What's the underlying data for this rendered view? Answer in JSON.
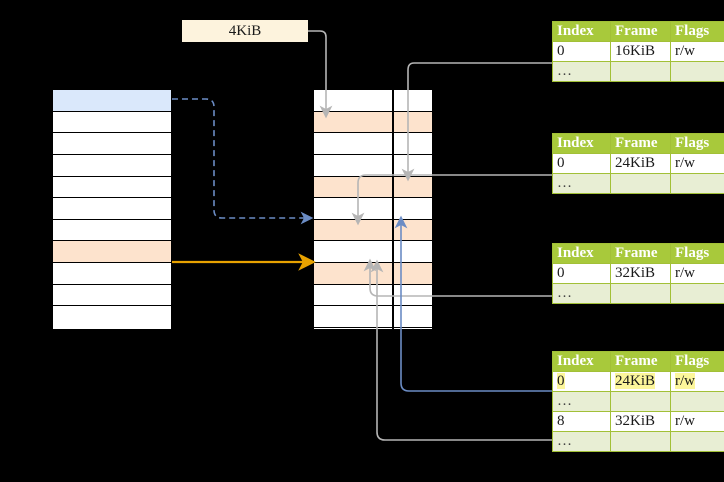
{
  "diagram": {
    "title_label": "4KiB",
    "background": "#000000",
    "accent_green": "#a8c93b",
    "accent_green_light": "#e8eed4",
    "highlight_yellow": "#fcf69b",
    "peach": "#fde3cd",
    "blue": "#dae8fb",
    "orange_arrow": "#e8a200",
    "blue_arrow": "#6b8cc4",
    "gray_arrow": "#b5b5b5"
  },
  "left_column": {
    "name": "virtual-address-space",
    "row_count": 11,
    "rows": [
      {
        "index": 0,
        "fill": "blue",
        "label": ""
      },
      {
        "index": 1,
        "fill": "white",
        "label": ""
      },
      {
        "index": 2,
        "fill": "white",
        "label": ""
      },
      {
        "index": 3,
        "fill": "white",
        "label": ""
      },
      {
        "index": 4,
        "fill": "white",
        "label": ""
      },
      {
        "index": 5,
        "fill": "white",
        "label": ""
      },
      {
        "index": 6,
        "fill": "white",
        "label": ""
      },
      {
        "index": 7,
        "fill": "peach",
        "label": ""
      },
      {
        "index": 8,
        "fill": "white",
        "label": ""
      },
      {
        "index": 9,
        "fill": "white",
        "label": ""
      },
      {
        "index": 10,
        "fill": "white",
        "label": ""
      }
    ]
  },
  "middle_column": {
    "name": "physical-memory",
    "row_count": 11,
    "rows": [
      {
        "index": 0,
        "fill": "white",
        "label": ""
      },
      {
        "index": 1,
        "fill": "peach",
        "label": ""
      },
      {
        "index": 2,
        "fill": "white",
        "label": ""
      },
      {
        "index": 3,
        "fill": "white",
        "label": ""
      },
      {
        "index": 4,
        "fill": "peach",
        "label": ""
      },
      {
        "index": 5,
        "fill": "white",
        "label": ""
      },
      {
        "index": 6,
        "fill": "peach",
        "label": ""
      },
      {
        "index": 7,
        "fill": "white",
        "label": ""
      },
      {
        "index": 8,
        "fill": "peach",
        "label": ""
      },
      {
        "index": 9,
        "fill": "white",
        "label": ""
      },
      {
        "index": 10,
        "fill": "white",
        "label": ""
      }
    ]
  },
  "tables": [
    {
      "name": "page-table-0",
      "headers": {
        "index": "Index",
        "frame": "Frame",
        "flags": "Flags"
      },
      "rows": [
        {
          "index": "0",
          "frame": "16KiB",
          "flags": "r/w",
          "style": "data"
        },
        {
          "index": "…",
          "frame": "",
          "flags": "",
          "style": "dots"
        }
      ]
    },
    {
      "name": "page-table-1",
      "headers": {
        "index": "Index",
        "frame": "Frame",
        "flags": "Flags"
      },
      "rows": [
        {
          "index": "0",
          "frame": "24KiB",
          "flags": "r/w",
          "style": "data"
        },
        {
          "index": "…",
          "frame": "",
          "flags": "",
          "style": "dots"
        }
      ]
    },
    {
      "name": "page-table-2",
      "headers": {
        "index": "Index",
        "frame": "Frame",
        "flags": "Flags"
      },
      "rows": [
        {
          "index": "0",
          "frame": "32KiB",
          "flags": "r/w",
          "style": "data"
        },
        {
          "index": "…",
          "frame": "",
          "flags": "",
          "style": "dots"
        }
      ]
    },
    {
      "name": "page-table-3",
      "headers": {
        "index": "Index",
        "frame": "Frame",
        "flags": "Flags"
      },
      "rows": [
        {
          "index": "0",
          "frame": "24KiB",
          "flags": "r/w",
          "style": "data",
          "highlight": true
        },
        {
          "index": "…",
          "frame": "",
          "flags": "",
          "style": "dots"
        },
        {
          "index": "8",
          "frame": "32KiB",
          "flags": "r/w",
          "style": "data"
        },
        {
          "index": "…",
          "frame": "",
          "flags": "",
          "style": "dots"
        }
      ]
    }
  ]
}
